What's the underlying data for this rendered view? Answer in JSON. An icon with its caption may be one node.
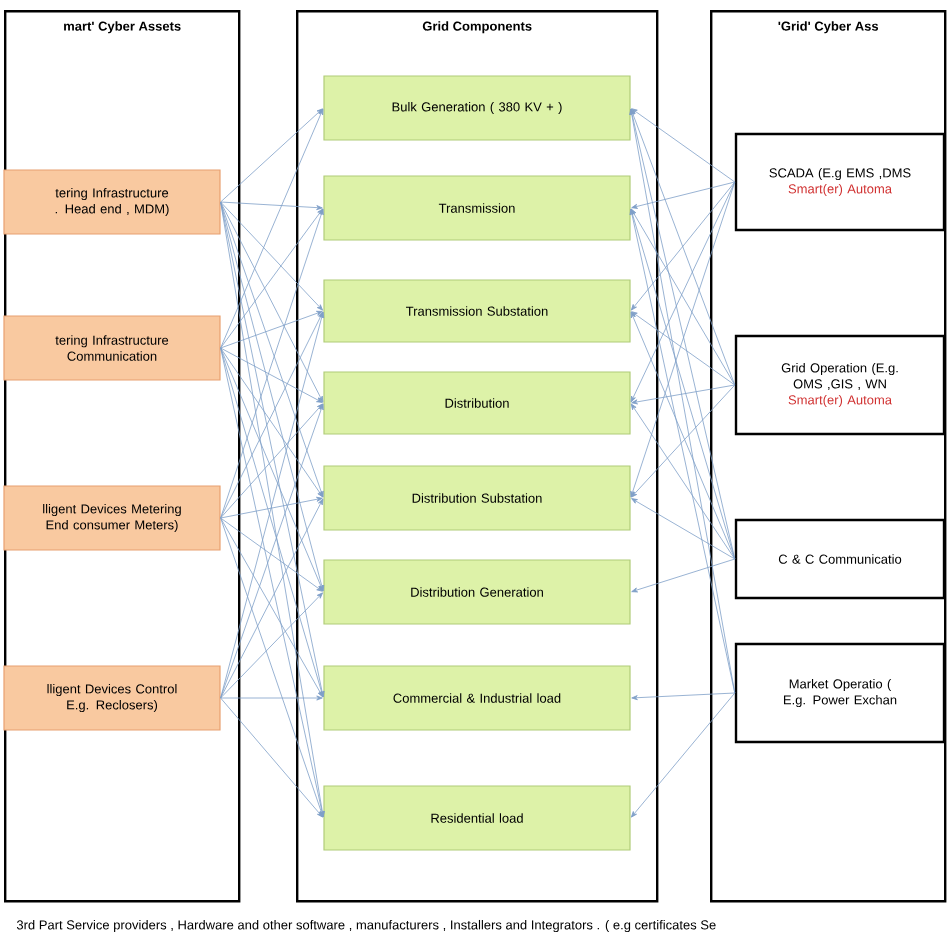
{
  "diagram": {
    "nodes": [
      {
        "text": [
          "mart' Cyber Assets"
        ]
      },
      {
        "text": [
          "tering Infrastructure . Head end , MDM)"
        ],
        "in": 0
      },
      {
        "text": [
          "tering Infrastructure Communication"
        ],
        "in": 0
      },
      {
        "text": [
          "lligent Devices Metering End consumer Meters)"
        ],
        "in": 0
      },
      {
        "text": [
          "lligent Devices Control E.g. Reclosers)"
        ],
        "in": 0
      },
      {
        "text": [
          "Grid Components"
        ]
      },
      {
        "text": [
          "Bulk Generation ( 380 KV + )"
        ],
        "in": 5
      },
      {
        "text": [
          "Transmission"
        ],
        "in": 5
      },
      {
        "text": [
          "Transmission Substation"
        ],
        "in": 5
      },
      {
        "text": [
          "Distribution"
        ],
        "in": 5
      },
      {
        "text": [
          "Distribution Substation"
        ],
        "in": 5
      },
      {
        "text": [
          "Distribution Generation"
        ],
        "in": 5
      },
      {
        "text": [
          "Commercial & Industrial load"
        ],
        "in": 5
      },
      {
        "text": [
          "Residential load"
        ],
        "in": 5
      },
      {
        "text": [
          "'Grid' Cyber Ass"
        ]
      },
      {
        "text": [
          "SCADA (E.g EMS ,DMS",
          "Smart(er) Automa"
        ],
        "in": 14
      },
      {
        "text": [
          "Grid Operation (E.g. OMS ,GIS , WN",
          "Smart(er) Automa"
        ],
        "in": 14
      },
      {
        "text": [
          "C & C Communicatio"
        ],
        "in": 14
      },
      {
        "text": [
          "Market Operatio ( E.g. Power Exchan"
        ],
        "in": 14
      }
    ],
    "edges": [
      {
        "from": 1,
        "to": 6,
        "arrow": "to"
      },
      {
        "from": 1,
        "to": 7,
        "arrow": "to"
      },
      {
        "from": 1,
        "to": 8,
        "arrow": "to"
      },
      {
        "from": 1,
        "to": 9,
        "arrow": "to"
      },
      {
        "from": 1,
        "to": 10,
        "arrow": "to"
      },
      {
        "from": 1,
        "to": 11,
        "arrow": "to"
      },
      {
        "from": 1,
        "to": 12,
        "arrow": "to"
      },
      {
        "from": 1,
        "to": 13,
        "arrow": "to"
      },
      {
        "from": 2,
        "to": 6,
        "arrow": "to"
      },
      {
        "from": 2,
        "to": 7,
        "arrow": "to"
      },
      {
        "from": 2,
        "to": 8,
        "arrow": "to"
      },
      {
        "from": 2,
        "to": 9,
        "arrow": "to"
      },
      {
        "from": 2,
        "to": 10,
        "arrow": "to"
      },
      {
        "from": 2,
        "to": 11,
        "arrow": "to"
      },
      {
        "from": 2,
        "to": 12,
        "arrow": "to"
      },
      {
        "from": 2,
        "to": 13,
        "arrow": "to"
      },
      {
        "from": 3,
        "to": 7,
        "arrow": "to"
      },
      {
        "from": 3,
        "to": 8,
        "arrow": "to"
      },
      {
        "from": 3,
        "to": 9,
        "arrow": "to"
      },
      {
        "from": 3,
        "to": 10,
        "arrow": "to"
      },
      {
        "from": 3,
        "to": 11,
        "arrow": "to"
      },
      {
        "from": 3,
        "to": 12,
        "arrow": "to"
      },
      {
        "from": 3,
        "to": 13,
        "arrow": "to"
      },
      {
        "from": 4,
        "to": 8,
        "arrow": "to"
      },
      {
        "from": 4,
        "to": 9,
        "arrow": "to"
      },
      {
        "from": 4,
        "to": 10,
        "arrow": "to"
      },
      {
        "from": 4,
        "to": 11,
        "arrow": "to"
      },
      {
        "from": 4,
        "to": 12,
        "arrow": "to"
      },
      {
        "from": 4,
        "to": 13,
        "arrow": "to"
      },
      {
        "from": 15,
        "to": 6,
        "arrow": "to"
      },
      {
        "from": 15,
        "to": 7,
        "arrow": "to"
      },
      {
        "from": 15,
        "to": 8,
        "arrow": "to"
      },
      {
        "from": 15,
        "to": 9,
        "arrow": "to"
      },
      {
        "from": 15,
        "to": 10,
        "arrow": "to"
      },
      {
        "from": 16,
        "to": 6,
        "arrow": "to"
      },
      {
        "from": 16,
        "to": 7,
        "arrow": "to"
      },
      {
        "from": 16,
        "to": 8,
        "arrow": "to"
      },
      {
        "from": 16,
        "to": 9,
        "arrow": "to"
      },
      {
        "from": 16,
        "to": 10,
        "arrow": "to"
      },
      {
        "from": 17,
        "to": 6,
        "arrow": "to"
      },
      {
        "from": 17,
        "to": 7,
        "arrow": "to"
      },
      {
        "from": 17,
        "to": 8,
        "arrow": "to"
      },
      {
        "from": 17,
        "to": 9,
        "arrow": "to"
      },
      {
        "from": 17,
        "to": 10,
        "arrow": "to"
      },
      {
        "from": 17,
        "to": 11,
        "arrow": "to"
      },
      {
        "from": 18,
        "to": 6,
        "arrow": "to"
      },
      {
        "from": 18,
        "to": 7,
        "arrow": "to"
      },
      {
        "from": 18,
        "to": 12,
        "arrow": "to"
      },
      {
        "from": 18,
        "to": 13,
        "arrow": "to"
      }
    ],
    "labels": [
      "3rd Part Service providers , Hardware and other software , manufacturers , Installers and Integrators . ( e.g certificates Se"
    ]
  }
}
